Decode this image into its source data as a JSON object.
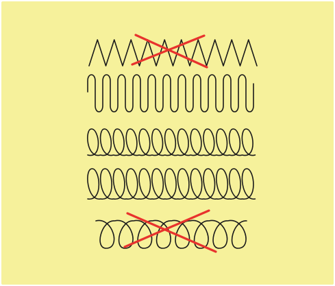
{
  "colors": {
    "background": "#f6f19b",
    "line": "#1a1a1a",
    "cross": "#e8332d"
  },
  "diagram": {
    "rows": [
      {
        "id": "row-zigzag",
        "kind": "zigzag",
        "crossed": true
      },
      {
        "id": "row-square-wave",
        "kind": "square-wave",
        "crossed": false
      },
      {
        "id": "row-tight-loops",
        "kind": "tight-loops",
        "crossed": false
      },
      {
        "id": "row-tall-loops",
        "kind": "tall-loops",
        "crossed": false
      },
      {
        "id": "row-open-loops",
        "kind": "open-loops",
        "crossed": true
      }
    ]
  }
}
